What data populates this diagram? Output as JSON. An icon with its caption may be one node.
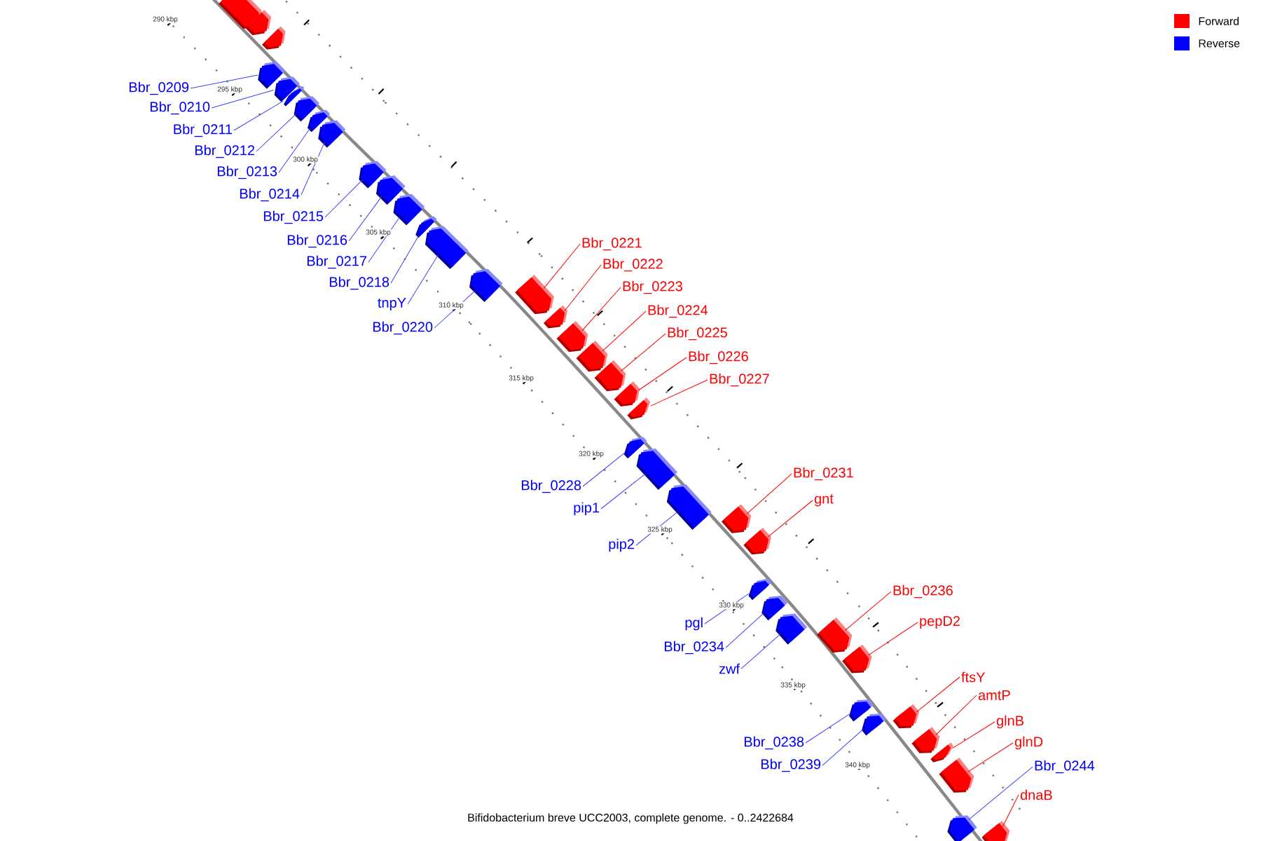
{
  "diagram": {
    "caption": "Bifidobacterium breve UCC2003, complete genome. - 0..2422684",
    "nodes": [
      {
        "text": [
          "Bbr_0209"
        ]
      },
      {
        "text": [
          "Bbr_0210"
        ]
      },
      {
        "text": [
          "Bbr_0211"
        ]
      },
      {
        "text": [
          "Bbr_0212"
        ]
      },
      {
        "text": [
          "Bbr_0213"
        ]
      },
      {
        "text": [
          "Bbr_0214"
        ]
      },
      {
        "text": [
          "Bbr_0215"
        ]
      },
      {
        "text": [
          "Bbr_0216"
        ]
      },
      {
        "text": [
          "Bbr_0221"
        ]
      },
      {
        "text": [
          "Bbr_0217"
        ]
      },
      {
        "text": [
          "Bbr_0222"
        ]
      },
      {
        "text": [
          "Bbr_0218"
        ]
      },
      {
        "text": [
          "Bbr_0223"
        ]
      },
      {
        "text": [
          "tnpY"
        ]
      },
      {
        "text": [
          "Bbr_0224"
        ]
      },
      {
        "text": [
          "Bbr_0220"
        ]
      },
      {
        "text": [
          "Bbr_0225"
        ]
      },
      {
        "text": [
          "Bbr_0226"
        ]
      },
      {
        "text": [
          "Bbr_0227"
        ]
      },
      {
        "text": [
          "Bbr_0231"
        ]
      },
      {
        "text": [
          "Bbr_0228"
        ]
      },
      {
        "text": [
          "gnt"
        ]
      },
      {
        "text": [
          "pip1"
        ]
      },
      {
        "text": [
          "pip2"
        ]
      },
      {
        "text": [
          "Bbr_0236"
        ]
      },
      {
        "text": [
          "pepD2"
        ]
      },
      {
        "text": [
          "pgl"
        ]
      },
      {
        "text": [
          "Bbr_0234"
        ]
      },
      {
        "text": [
          "zwf"
        ]
      },
      {
        "text": [
          "ftsY"
        ]
      },
      {
        "text": [
          "amtP"
        ]
      },
      {
        "text": [
          "glnB"
        ]
      },
      {
        "text": [
          "Bbr_0238"
        ]
      },
      {
        "text": [
          "glnD"
        ]
      },
      {
        "text": [
          "Bbr_0239"
        ]
      },
      {
        "text": [
          "Bbr_0244"
        ]
      },
      {
        "text": [
          "dnaB"
        ]
      },
      {
        "text": [],
        "shape": "box"
      },
      {
        "text": [],
        "shape": "box"
      },
      {
        "text": [],
        "shape": "box"
      },
      {
        "text": [],
        "shape": "box"
      },
      {
        "text": [],
        "shape": "box"
      },
      {
        "text": [],
        "shape": "box"
      },
      {
        "text": [],
        "shape": "box"
      },
      {
        "text": [],
        "shape": "box"
      },
      {
        "text": [],
        "shape": "box"
      },
      {
        "text": [],
        "shape": "box"
      },
      {
        "text": [],
        "shape": "box"
      },
      {
        "text": [],
        "shape": "box"
      },
      {
        "text": [],
        "shape": "box"
      },
      {
        "text": [],
        "shape": "box"
      },
      {
        "text": [],
        "shape": "box"
      },
      {
        "text": [],
        "shape": "box"
      },
      {
        "text": [],
        "shape": "box"
      },
      {
        "text": [],
        "shape": "box"
      },
      {
        "text": [],
        "shape": "box"
      },
      {
        "text": [],
        "shape": "box"
      },
      {
        "text": [],
        "shape": "box"
      },
      {
        "text": [],
        "shape": "box"
      },
      {
        "text": [],
        "shape": "box"
      },
      {
        "text": [],
        "shape": "box"
      },
      {
        "text": [],
        "shape": "box"
      },
      {
        "text": [],
        "shape": "box"
      },
      {
        "text": [],
        "shape": "box"
      },
      {
        "text": [],
        "shape": "box"
      },
      {
        "text": [],
        "shape": "box"
      },
      {
        "text": [],
        "shape": "box"
      },
      {
        "text": [],
        "shape": "box"
      },
      {
        "text": [],
        "shape": "box"
      },
      {
        "text": [],
        "shape": "box"
      },
      {
        "text": [],
        "shape": "box"
      },
      {
        "text": [],
        "shape": "box"
      },
      {
        "text": [],
        "shape": "box"
      },
      {
        "text": [],
        "shape": "box"
      },
      {
        "text": [],
        "shape": "box"
      },
      {
        "text": [],
        "shape": "box"
      },
      {
        "text": [],
        "shape": "box"
      }
    ],
    "edges": [
      {
        "from": 0,
        "to": 37,
        "arrow": "none"
      },
      {
        "from": 1,
        "to": 38,
        "arrow": "none"
      },
      {
        "from": 2,
        "to": 39,
        "arrow": "none"
      },
      {
        "from": 3,
        "to": 40,
        "arrow": "none"
      },
      {
        "from": 4,
        "to": 41,
        "arrow": "none"
      },
      {
        "from": 5,
        "to": 42,
        "arrow": "none"
      },
      {
        "from": 6,
        "to": 43,
        "arrow": "none"
      },
      {
        "from": 7,
        "to": 44,
        "arrow": "none"
      },
      {
        "from": 8,
        "to": 45,
        "arrow": "none",
        "color": "#ff0000"
      },
      {
        "from": 9,
        "to": 46,
        "arrow": "none"
      },
      {
        "from": 10,
        "to": 47,
        "arrow": "none",
        "color": "#ff0000"
      },
      {
        "from": 11,
        "to": 48,
        "arrow": "none"
      },
      {
        "from": 12,
        "to": 49,
        "arrow": "none",
        "color": "#ff0000"
      },
      {
        "from": 13,
        "to": 50,
        "arrow": "none"
      },
      {
        "from": 14,
        "to": 51,
        "arrow": "none",
        "color": "#ff0000"
      },
      {
        "from": 15,
        "to": 52,
        "arrow": "none"
      },
      {
        "from": 16,
        "to": 53,
        "arrow": "none",
        "color": "#ff0000"
      },
      {
        "from": 17,
        "to": 54,
        "arrow": "none",
        "color": "#ff0000"
      },
      {
        "from": 18,
        "to": 55,
        "arrow": "none",
        "color": "#ff0000"
      },
      {
        "from": 19,
        "to": 56,
        "arrow": "none",
        "color": "#ff0000"
      },
      {
        "from": 20,
        "to": 57,
        "arrow": "none"
      },
      {
        "from": 21,
        "to": 58,
        "arrow": "none",
        "color": "#ff0000"
      },
      {
        "from": 22,
        "to": 59,
        "arrow": "none"
      },
      {
        "from": 23,
        "to": 60,
        "arrow": "none"
      },
      {
        "from": 24,
        "to": 61,
        "arrow": "none",
        "color": "#ff0000"
      },
      {
        "from": 25,
        "to": 62,
        "arrow": "none",
        "color": "#ff0000"
      },
      {
        "from": 26,
        "to": 63,
        "arrow": "none"
      },
      {
        "from": 27,
        "to": 64,
        "arrow": "none"
      },
      {
        "from": 28,
        "to": 65,
        "arrow": "none"
      },
      {
        "from": 29,
        "to": 66,
        "arrow": "none",
        "color": "#ff0000"
      },
      {
        "from": 30,
        "to": 67,
        "arrow": "none",
        "color": "#ff0000"
      },
      {
        "from": 31,
        "to": 68,
        "arrow": "none",
        "color": "#ff0000"
      },
      {
        "from": 32,
        "to": 69,
        "arrow": "none"
      },
      {
        "from": 33,
        "to": 70,
        "arrow": "none",
        "color": "#ff0000"
      },
      {
        "from": 34,
        "to": 71,
        "arrow": "none"
      },
      {
        "from": 35,
        "to": 72,
        "arrow": "none"
      },
      {
        "from": 36,
        "to": 73,
        "arrow": "none",
        "color": "#ff0000"
      }
    ],
    "labels": [
      "290 kbp",
      "295 kbp",
      "300 kbp",
      "305 kbp",
      "310 kbp",
      "315 kbp",
      "320 kbp",
      "325 kbp",
      "330 kbp",
      "335 kbp",
      "340 kbp"
    ],
    "legend": [
      {
        "text": "Forward",
        "color": "#ff0000"
      },
      {
        "text": "Reverse",
        "color": "#0000ff"
      }
    ]
  }
}
